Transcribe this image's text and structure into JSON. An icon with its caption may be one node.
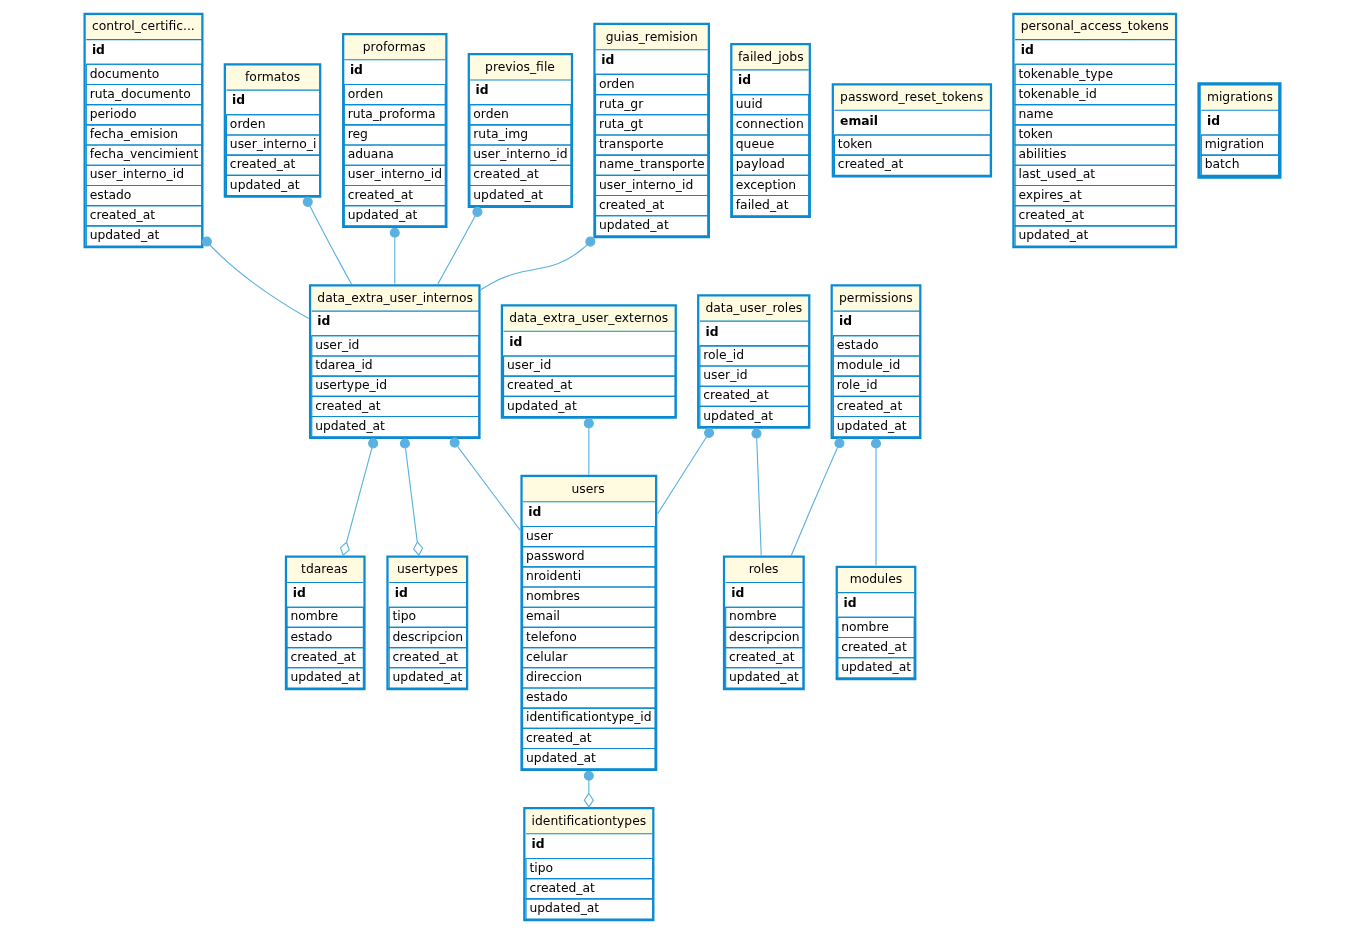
{
  "diagram": {
    "nodes": [
      {
        "text": [
          "control_certific...",
          "id",
          "documento",
          "ruta_documento",
          "periodo",
          "fecha_emision",
          "fecha_vencimient",
          "user_interno_id",
          "estado",
          "created_at",
          "updated_at"
        ]
      },
      {
        "text": [
          "data_extra_user_internos",
          "id",
          "user_id",
          "tdarea_id",
          "usertype_id",
          "created_at",
          "updated_at"
        ]
      },
      {
        "text": [
          "tdareas",
          "id",
          "nombre",
          "estado",
          "created_at",
          "updated_at"
        ]
      },
      {
        "text": [
          "modules",
          "id",
          "nombre",
          "created_at",
          "updated_at"
        ]
      },
      {
        "text": [
          "data_user_roles",
          "id",
          "role_id",
          "user_id",
          "created_at",
          "updated_at"
        ]
      },
      {
        "text": [
          "usertypes",
          "id",
          "tipo",
          "descripcion",
          "created_at",
          "updated_at"
        ]
      },
      {
        "text": [
          "users",
          "id",
          "user",
          "password",
          "nroidenti",
          "nombres",
          "email",
          "telefono",
          "celular",
          "direccion",
          "estado",
          "identificationtype_id",
          "created_at",
          "updated_at"
        ]
      },
      {
        "text": [
          "formatos",
          "id",
          "orden",
          "user_interno_i",
          "created_at",
          "updated_at"
        ]
      },
      {
        "text": [
          "roles",
          "id",
          "nombre",
          "descripcion",
          "created_at",
          "updated_at"
        ]
      },
      {
        "text": [
          "permissions",
          "id",
          "estado",
          "module_id",
          "role_id",
          "created_at",
          "updated_at"
        ]
      },
      {
        "text": [
          "proformas",
          "id",
          "orden",
          "ruta_proforma",
          "reg",
          "aduana",
          "user_interno_id",
          "created_at",
          "updated_at"
        ]
      },
      {
        "text": [
          "previos_file",
          "id",
          "orden",
          "ruta_img",
          "user_interno_id",
          "created_at",
          "updated_at"
        ]
      },
      {
        "text": [
          "data_extra_user_externos",
          "id",
          "user_id",
          "created_at",
          "updated_at"
        ]
      },
      {
        "text": [
          "guias_remision",
          "id",
          "orden",
          "ruta_gr",
          "ruta_gt",
          "transporte",
          "name_transporte",
          "user_interno_id",
          "created_at",
          "updated_at"
        ]
      },
      {
        "text": [
          "identificationtypes",
          "id",
          "tipo",
          "created_at",
          "updated_at"
        ]
      },
      {
        "text": [
          "failed_jobs",
          "id",
          "uuid",
          "connection",
          "queue",
          "payload",
          "exception",
          "failed_at"
        ]
      },
      {
        "text": [
          "password_reset_tokens",
          "email",
          "token",
          "created_at"
        ]
      },
      {
        "text": [
          "personal_access_tokens",
          "id",
          "tokenable_type",
          "tokenable_id",
          "name",
          "token",
          "abilities",
          "last_used_at",
          "expires_at",
          "created_at",
          "updated_at"
        ]
      },
      {
        "text": [
          "migrations",
          "id",
          "migration",
          "batch"
        ]
      }
    ],
    "edges": [
      {
        "from": 0,
        "to": 1,
        "arrow": "other"
      },
      {
        "from": 1,
        "to": 2,
        "arrow": "other"
      },
      {
        "from": 1,
        "to": 5,
        "arrow": "other"
      },
      {
        "from": 1,
        "to": 6,
        "arrow": "other"
      },
      {
        "from": 7,
        "to": 1,
        "arrow": "other"
      },
      {
        "from": 13,
        "to": 1,
        "arrow": "other"
      },
      {
        "from": 10,
        "to": 1,
        "arrow": "other"
      },
      {
        "from": 11,
        "to": 1,
        "arrow": "other"
      },
      {
        "from": 4,
        "to": 6,
        "arrow": "other"
      },
      {
        "from": 4,
        "to": 8,
        "arrow": "other"
      },
      {
        "from": 9,
        "to": 3,
        "arrow": "other"
      },
      {
        "from": 9,
        "to": 8,
        "arrow": "other"
      },
      {
        "from": 12,
        "to": 6,
        "arrow": "other"
      },
      {
        "from": 6,
        "to": 14,
        "arrow": "other"
      }
    ]
  }
}
